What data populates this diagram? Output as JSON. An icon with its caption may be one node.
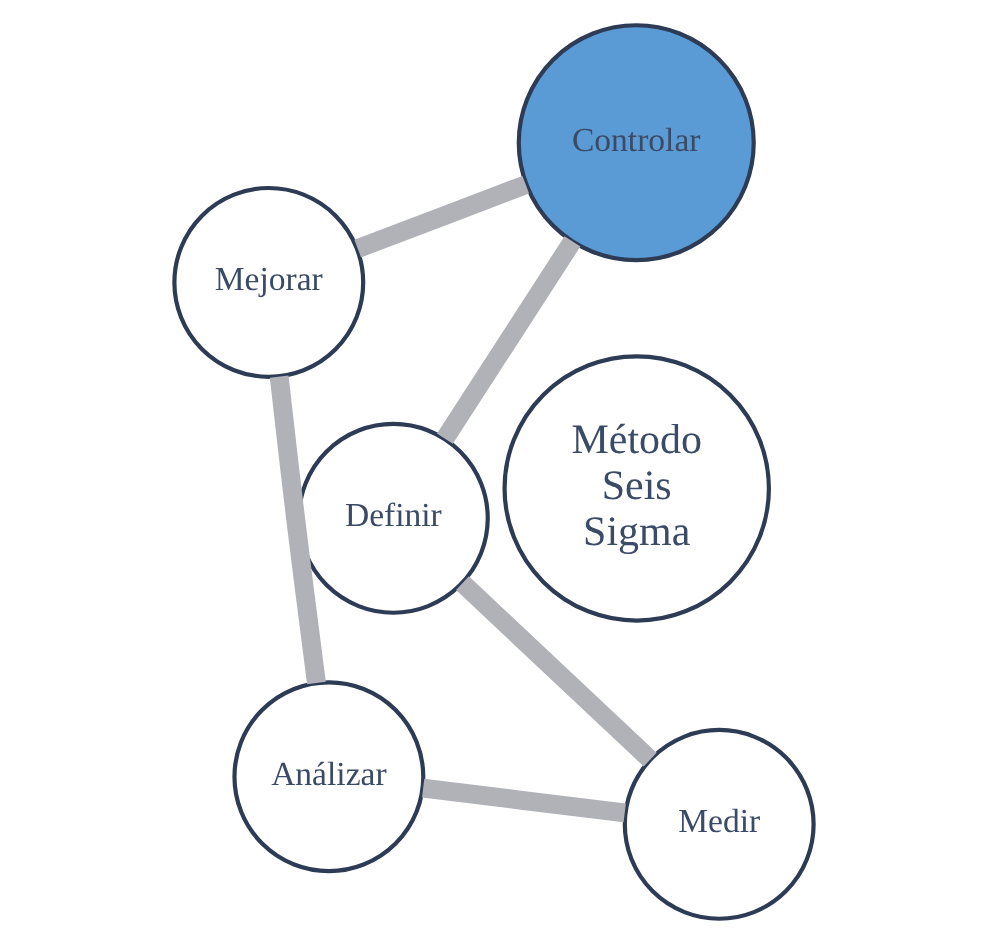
{
  "diagram": {
    "nodes": [
      {
        "text": [
          "Definir"
        ]
      },
      {
        "text": [
          "Medir"
        ]
      },
      {
        "text": [
          "Análizar"
        ]
      },
      {
        "text": [
          "Mejorar"
        ]
      },
      {
        "text": [
          "Controlar"
        ]
      },
      {
        "text": [
          "Método Seis Sigma"
        ]
      }
    ],
    "edges": [
      {
        "from": 0,
        "to": 1,
        "arrow": "none"
      },
      {
        "from": 1,
        "to": 2,
        "arrow": "none"
      },
      {
        "from": 2,
        "to": 3,
        "arrow": "none"
      },
      {
        "from": 3,
        "to": 4,
        "arrow": "none"
      },
      {
        "from": 4,
        "to": 0,
        "arrow": "none"
      }
    ]
  }
}
